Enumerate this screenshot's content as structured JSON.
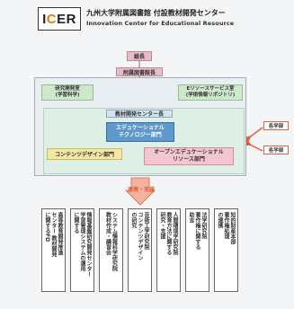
{
  "header": {
    "logo_text": "ICER",
    "title_ja": "九州大学附属図書館 付設教材開発センター",
    "title_en": "Innovation Center for Educational Resource"
  },
  "org": {
    "president": "総長",
    "library_director": "附属図書館長",
    "research_dev_room": "研究開発室\n(学習科学)",
    "e_resource_room": "Eリソースサービス室\n(学術情報リポジトリ)",
    "center_director": "教材開発センター長",
    "edu_tech_dept": "エデュケーショナル\nテクノロジー部門",
    "contents_design_dept": "コンテンツデザイン部門",
    "open_edu_dept": "オープンエデュケーショナル\nリソース部門",
    "faculty_1": "各学部",
    "faculty_2": "各学部",
    "support_label": "連携・支援"
  },
  "columns": [
    "高等教育開発推進\nセンター 教材開発\nに関するFD",
    "情報基盤研究開発センター\n学習管理システムの運用\nに関する",
    "システム情報科学研究院\n教材作成・講習会",
    "芸術工学研究院\nコンテンツデザイン\nの研究",
    "人間環境学研究院\n教育方法に関する\n研究・支援",
    "法学研究院\n著作権に関する\n助言",
    "知的財産本部\n著作権処理\nの連携"
  ],
  "colors": {
    "frame_blue": "#9fb0c2",
    "green": "#cfe8cd",
    "blue": "#5f98cc",
    "yellow": "#f3e7a4",
    "pink": "#f3c6d0",
    "accent_orange": "#e55d3c",
    "red_box": "#e7bcc8"
  }
}
